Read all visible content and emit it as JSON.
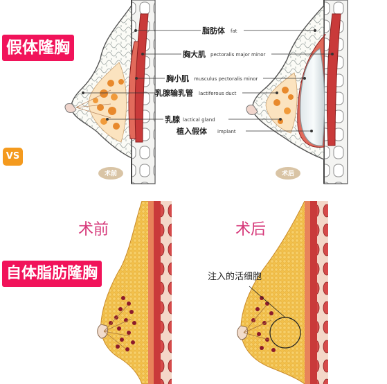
{
  "tags": {
    "implant": "假体隆胸",
    "vs": "VS",
    "fat": "自体脂肪隆胸"
  },
  "top_labels": [
    {
      "zh": "脂肪体",
      "en": "fat"
    },
    {
      "zh": "胸大肌",
      "en": "pectoralis major minor"
    },
    {
      "zh": "胸小肌",
      "en": "musculus pectoralis minor"
    },
    {
      "zh": "乳腺输乳管",
      "en": "lactiferous duct"
    },
    {
      "zh": "乳腺",
      "en": "lactical gland"
    },
    {
      "zh": "植入假体",
      "en": "implant"
    }
  ],
  "top_stamps": {
    "before": "术前",
    "after": "术后"
  },
  "bottom": {
    "before_title": "术前",
    "after_title": "术后",
    "annotation": "注入的活细胞"
  },
  "colors": {
    "tag_bg": "#f1135a",
    "vs_bg": "#f49a1e",
    "stage_text": "#d6397a",
    "fat_yellow": "#f2c04a",
    "muscle_red": "#c93a3a"
  }
}
